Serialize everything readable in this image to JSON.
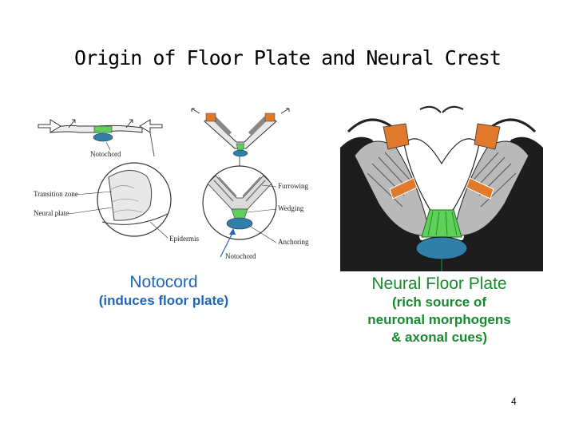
{
  "slide": {
    "title": "Origin of Floor Plate and Neural Crest",
    "page_number": "4"
  },
  "left_diagram": {
    "labels": {
      "notochord_top": "Notochord",
      "transition_zone": "Transition zone",
      "neural_plate": "Neural plate",
      "epidermis": "Epidermis",
      "notochord_bottom": "Notochord",
      "furrowing": "Furrowing",
      "wedging": "Wedging",
      "anchoring": "Anchoring"
    }
  },
  "captions": {
    "left": {
      "title": "Notocord",
      "subtitle": "(induces floor plate)"
    },
    "right": {
      "title": "Neural Floor Plate",
      "line1": "(rich source of",
      "line2": "neuronal morphogens",
      "line3": "& axonal cues)"
    }
  },
  "colors": {
    "caption_blue": "#1f66b8",
    "caption_green": "#178a2e",
    "notochord_blue": "#2f7fa8",
    "floorplate_green": "#5fd15a",
    "crest_orange": "#e07a2a"
  }
}
